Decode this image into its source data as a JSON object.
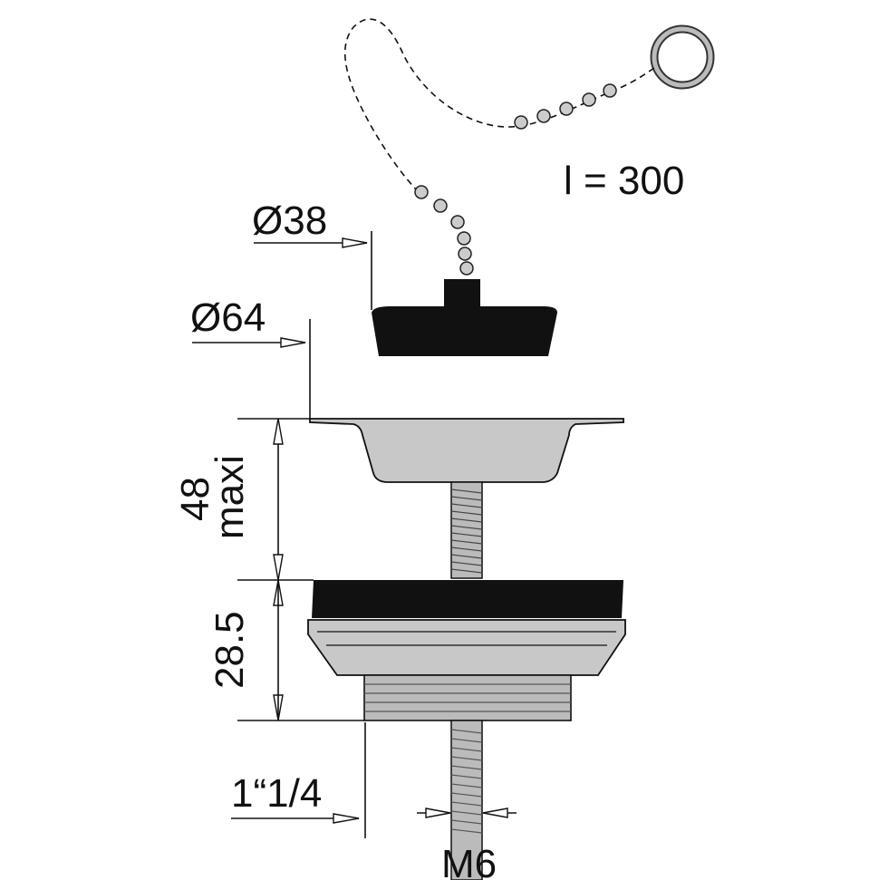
{
  "title": "Sink waste with plug and chain - dimensional drawing",
  "labels": {
    "chain_length": "l = 300",
    "plug_diameter": "Ø38",
    "strainer_diameter": "Ø64",
    "max_height": "48",
    "max_height_suffix": "maxi",
    "body_height": "28.5",
    "thread_size": "1“1/4",
    "screw_size": "M6"
  },
  "colors": {
    "black_parts": "#111111",
    "metal_fill": "#c8c8c8",
    "ring": "#9a9a9a"
  }
}
